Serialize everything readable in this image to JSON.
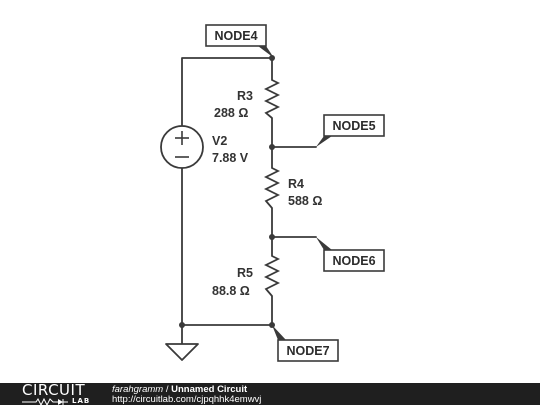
{
  "components": {
    "source": {
      "name": "V2",
      "value": "7.88 V"
    },
    "r3": {
      "name": "R3",
      "value": "288 Ω"
    },
    "r4": {
      "name": "R4",
      "value": "588 Ω"
    },
    "r5": {
      "name": "R5",
      "value": "88.8 Ω"
    }
  },
  "nodes": {
    "node4": "NODE4",
    "node5": "NODE5",
    "node6": "NODE6",
    "node7": "NODE7"
  },
  "footer": {
    "logo_main": "CIRCUIT",
    "logo_sub": "LAB",
    "author": "farahgramm",
    "separator": " / ",
    "title": "Unnamed Circuit",
    "url": "http://circuitlab.com/cjpqhhk4emwvj"
  },
  "colors": {
    "wire": "#3a3a3a",
    "footer_bg": "#1f1f1f",
    "background": "#ffffff"
  }
}
